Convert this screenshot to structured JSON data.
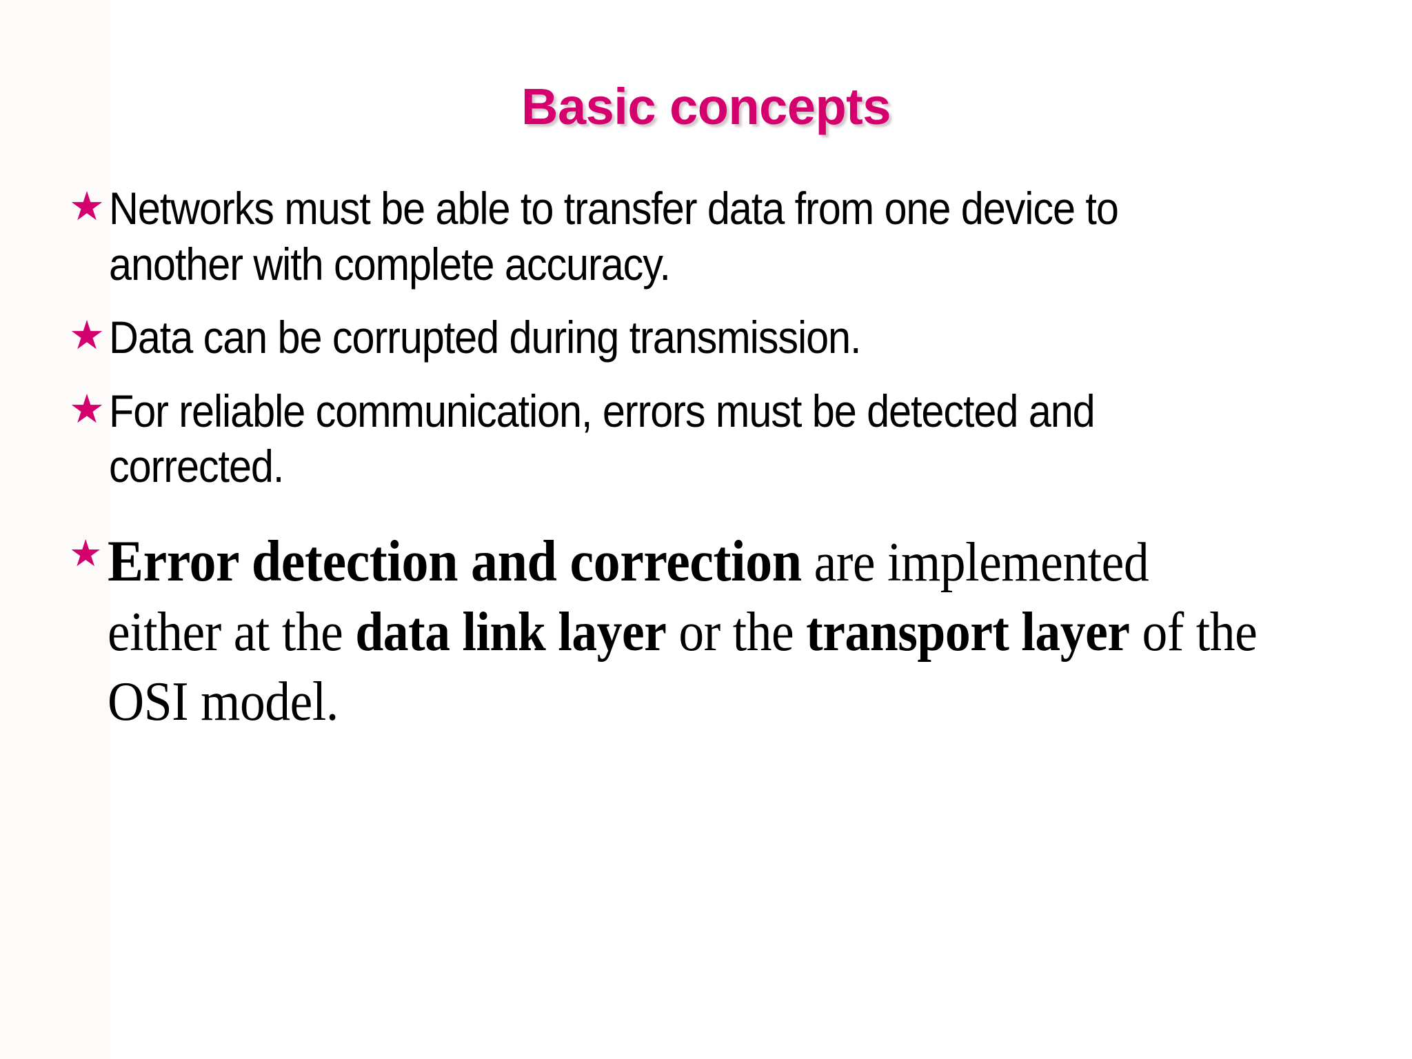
{
  "slide": {
    "title": "Basic concepts",
    "title_color": "#D4006E",
    "bullet_color": "#D4006E",
    "text_color": "#000000",
    "background_color": "#FFFFFF",
    "bullet_glyph": "★",
    "bullet_icon_name": "star-bullet-icon",
    "bullets": [
      {
        "id": "bullet-networks-transfer",
        "style": "sans",
        "text": "Networks must be able to transfer data from one device to another with complete accuracy."
      },
      {
        "id": "bullet-data-corrupted",
        "style": "sans",
        "text": "Data can be corrupted during transmission."
      },
      {
        "id": "bullet-errors-detected",
        "style": "sans",
        "text": "For reliable communication, errors must be detected and corrected."
      },
      {
        "id": "bullet-error-detection-layers",
        "style": "serif",
        "segments": [
          {
            "text": "Error detection and correction",
            "emphasis": "lead-bold"
          },
          {
            "text": " are implemented either at the ",
            "emphasis": "none"
          },
          {
            "text": "data link layer",
            "emphasis": "bold"
          },
          {
            "text": " or the ",
            "emphasis": "none"
          },
          {
            "text": "transport layer",
            "emphasis": "bold"
          },
          {
            "text": " of the OSI model.",
            "emphasis": "none"
          }
        ],
        "plain_text": "Error detection and correction are implemented either at the data link layer or the transport layer of the OSI model."
      }
    ]
  }
}
